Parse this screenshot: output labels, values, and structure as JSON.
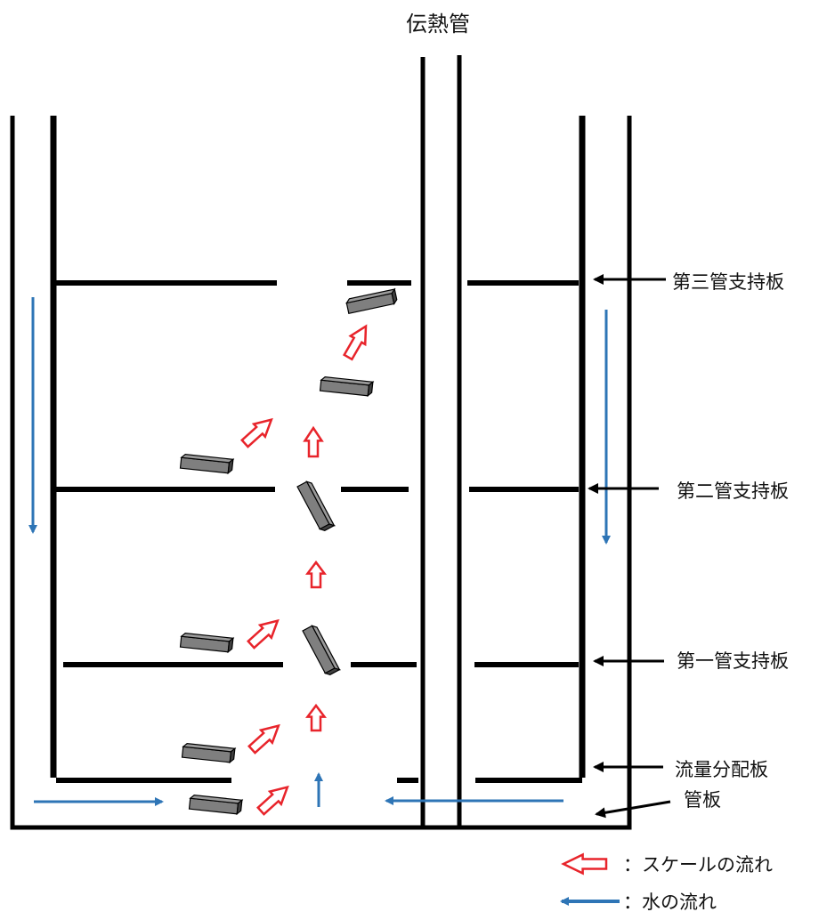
{
  "title": "伝熱管",
  "labels": {
    "third_plate": "第三管支持板",
    "second_plate": "第二管支持板",
    "first_plate": "第一管支持板",
    "flow_plate": "流量分配板",
    "tube_sheet": "管板"
  },
  "legend": {
    "scale_flow": "：スケールの流れ",
    "water_flow": "：水の流れ"
  },
  "colors": {
    "structure": "#000000",
    "water_arrow": "#2e75b6",
    "scale_arrow_stroke": "#e8242b",
    "scale_arrow_fill": "#ffffff",
    "scale_chip_top": "#7f7f7f",
    "scale_chip_side": "#404040"
  },
  "icons": {
    "scale_flow": "hollow-red-arrow-icon",
    "water_flow": "blue-arrow-icon",
    "scale_chip": "gray-chip-icon",
    "label_pointer": "black-arrow-icon"
  }
}
